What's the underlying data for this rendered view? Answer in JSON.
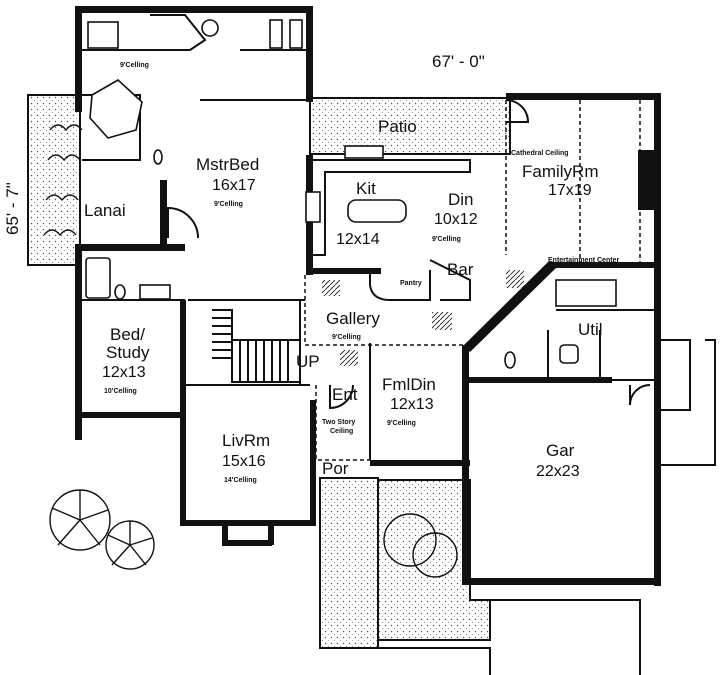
{
  "dimensions": {
    "width_label": "67' - 0\"",
    "depth_label": "65' - 7\""
  },
  "rooms": {
    "patio": {
      "name": "Patio"
    },
    "master": {
      "name": "MstrBed",
      "size": "16x17",
      "ceiling": "9'Celling"
    },
    "master_bath": {
      "ceiling": "9'Celling"
    },
    "lanai": {
      "name": "Lanai"
    },
    "kitchen": {
      "name": "Kit",
      "size": "12x14"
    },
    "dining": {
      "name": "Din",
      "size": "10x12",
      "ceiling": "9'Celling"
    },
    "family": {
      "name": "FamilyRm",
      "size": "17x19",
      "ceiling": "Cathedral Ceiling"
    },
    "entertainment": {
      "label": "Entertainment Center"
    },
    "bar": {
      "name": "Bar"
    },
    "pantry": {
      "name": "Pantry"
    },
    "gallery": {
      "name": "Gallery",
      "ceiling": "9'Celling"
    },
    "util": {
      "name": "Util"
    },
    "bed_study": {
      "name_line1": "Bed/",
      "name_line2": "Study",
      "size": "12x13",
      "ceiling": "10'Celling"
    },
    "up": {
      "label": "UP"
    },
    "entry": {
      "name": "Ent",
      "ceiling_line1": "Two Story",
      "ceiling_line2": "Ceiling"
    },
    "formal_dining": {
      "name": "FmlDin",
      "size": "12x13",
      "ceiling": "9'Celling"
    },
    "living": {
      "name": "LivRm",
      "size": "15x16",
      "ceiling": "14'Celling"
    },
    "porch": {
      "name": "Por"
    },
    "garage": {
      "name": "Gar",
      "size": "22x23"
    }
  }
}
